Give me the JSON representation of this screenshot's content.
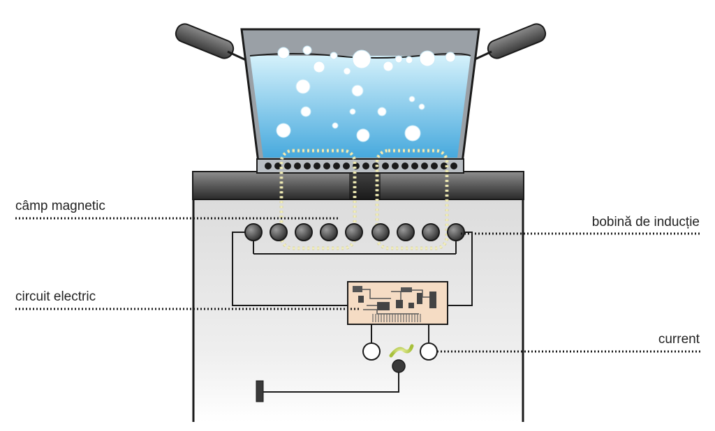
{
  "labels": {
    "magnetic_field": "câmp magnetic",
    "induction_coil": "bobină de inducție",
    "electric_circuit": "circuit electric",
    "current": "current"
  },
  "colors": {
    "water_top": "#d4f1fb",
    "water_bottom": "#47a9dd",
    "pot_metal": "#9aa0a6",
    "outline": "#1a1a1a",
    "cabinet": "#ececec",
    "circuit_board": "#f5dcc4",
    "field_dots": "#f6f2c4",
    "label_text": "#222222"
  },
  "icons": {
    "pot": "cooking-pot-icon",
    "coil": "coil-turn-icon",
    "plug": "power-plug-icon",
    "spark": "current-spark-icon"
  }
}
